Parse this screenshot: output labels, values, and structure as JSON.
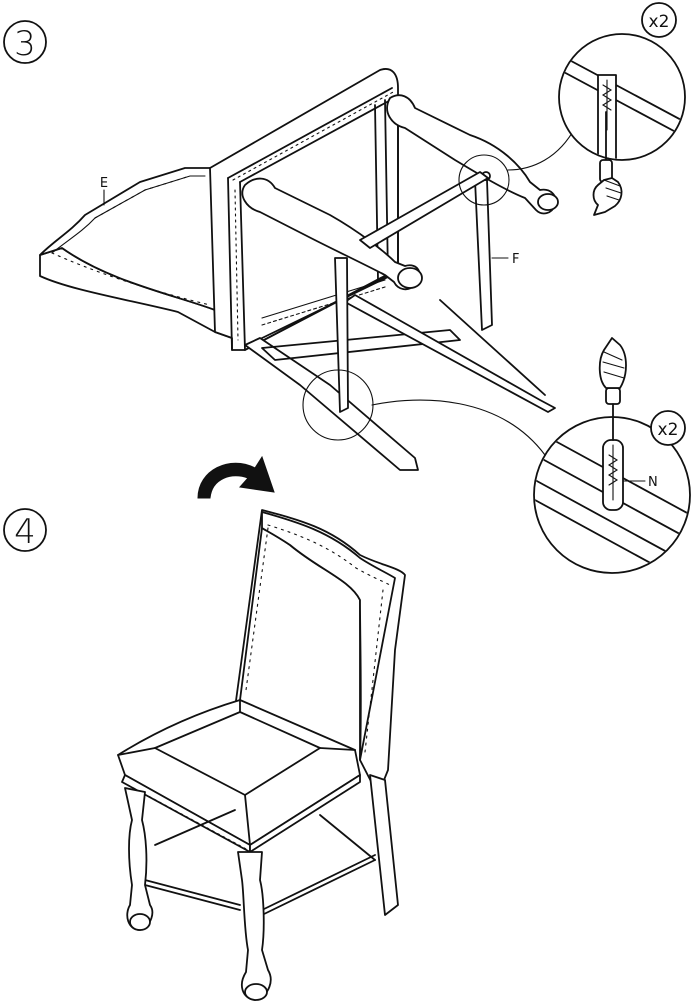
{
  "steps": [
    {
      "number": "3"
    },
    {
      "number": "4"
    }
  ],
  "part_labels": {
    "E": "E",
    "F": "F",
    "N": "N"
  },
  "callouts": [
    {
      "quantity": "x2"
    },
    {
      "quantity": "x2"
    }
  ],
  "icons": [
    "screwdriver-icon",
    "hand-icon",
    "rotate-arrow-icon",
    "screw-icon"
  ],
  "colors": {
    "line": "#111111",
    "background": "#ffffff"
  }
}
